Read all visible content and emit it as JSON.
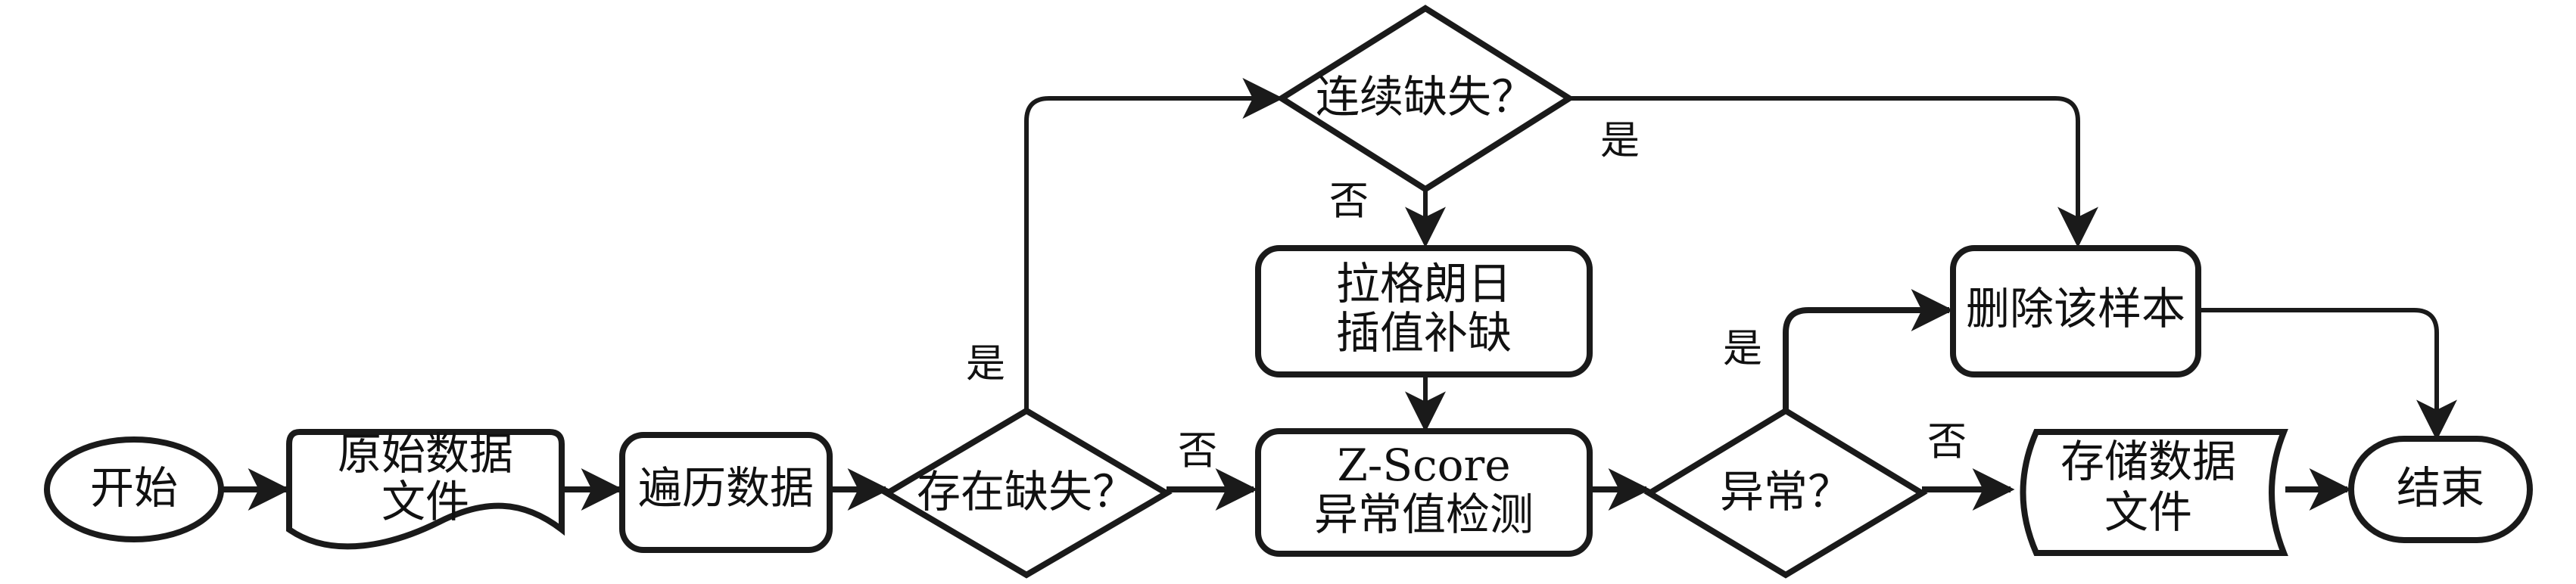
{
  "diagram": {
    "type": "flowchart",
    "colors": {
      "stroke": "#1a1a1a",
      "fill": "#ffffff",
      "text": "#111111"
    },
    "nodes": {
      "start": {
        "shape": "terminal",
        "lines": [
          "开始"
        ]
      },
      "raw_file": {
        "shape": "document",
        "lines": [
          "原始数据",
          "文件"
        ]
      },
      "traverse": {
        "shape": "process",
        "lines": [
          "遍历数据"
        ]
      },
      "has_missing": {
        "shape": "decision",
        "lines": [
          "存在缺失？"
        ]
      },
      "consecutive_missing": {
        "shape": "decision",
        "lines": [
          "连续缺失？"
        ]
      },
      "lagrange": {
        "shape": "process",
        "lines": [
          "拉格朗日",
          "插值补缺"
        ]
      },
      "zscore": {
        "shape": "process",
        "lines": [
          "Z-Score",
          "异常值检测"
        ]
      },
      "is_abnormal": {
        "shape": "decision",
        "lines": [
          "异常？"
        ]
      },
      "delete_sample": {
        "shape": "process",
        "lines": [
          "删除该样本"
        ]
      },
      "store_file": {
        "shape": "stored-data",
        "lines": [
          "存储数据",
          "文件"
        ]
      },
      "end": {
        "shape": "terminal",
        "lines": [
          "结束"
        ]
      }
    },
    "edges": [
      {
        "from": "start",
        "to": "raw_file",
        "label": ""
      },
      {
        "from": "raw_file",
        "to": "traverse",
        "label": ""
      },
      {
        "from": "traverse",
        "to": "has_missing",
        "label": ""
      },
      {
        "from": "has_missing",
        "to": "zscore",
        "label": "否"
      },
      {
        "from": "has_missing",
        "to": "consecutive_missing",
        "label": "是"
      },
      {
        "from": "consecutive_missing",
        "to": "lagrange",
        "label": "否"
      },
      {
        "from": "consecutive_missing",
        "to": "delete_sample",
        "label": "是"
      },
      {
        "from": "lagrange",
        "to": "zscore",
        "label": ""
      },
      {
        "from": "zscore",
        "to": "is_abnormal",
        "label": ""
      },
      {
        "from": "is_abnormal",
        "to": "store_file",
        "label": "否"
      },
      {
        "from": "is_abnormal",
        "to": "delete_sample",
        "label": "是"
      },
      {
        "from": "delete_sample",
        "to": "end",
        "label": ""
      },
      {
        "from": "store_file",
        "to": "end",
        "label": ""
      }
    ]
  }
}
